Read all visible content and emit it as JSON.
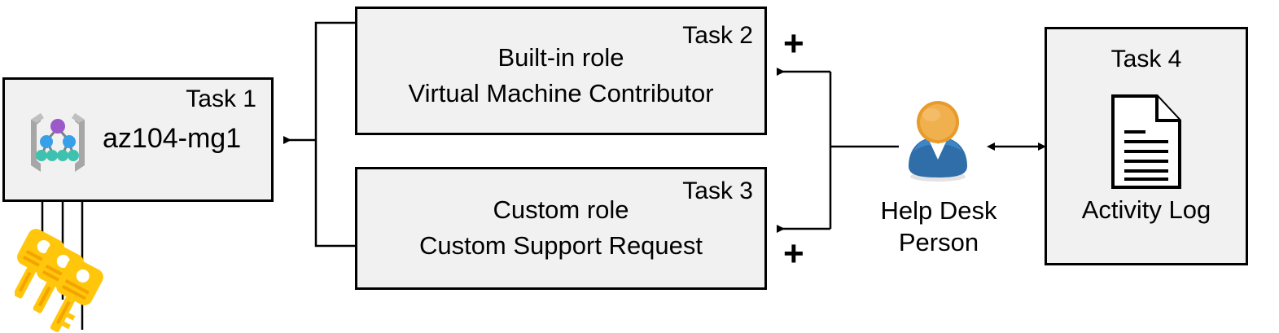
{
  "diagram": {
    "title": "Azure RBAC task assignment diagram",
    "background_color": "#ffffff",
    "box_fill": "#f1f1f1",
    "box_border": "#000000",
    "line_color": "#000000"
  },
  "task1": {
    "label": "Task 1",
    "name": "az104-mg1",
    "icon": "management-group-icon"
  },
  "task2": {
    "label": "Task 2",
    "line1": "Built-in role",
    "line2": "Virtual Machine Contributor"
  },
  "task3": {
    "label": "Task 3",
    "line1": "Custom role",
    "line2": "Custom Support Request"
  },
  "task4": {
    "label": "Task 4",
    "caption": "Activity Log",
    "icon": "document-icon"
  },
  "person": {
    "icon": "user-icon",
    "line1": "Help Desk",
    "line2": "Person"
  },
  "keys": {
    "icon": "keys-icon",
    "count": 3,
    "color": "#ffc107"
  },
  "operators": {
    "plus_top": "+",
    "plus_bottom": "+"
  }
}
